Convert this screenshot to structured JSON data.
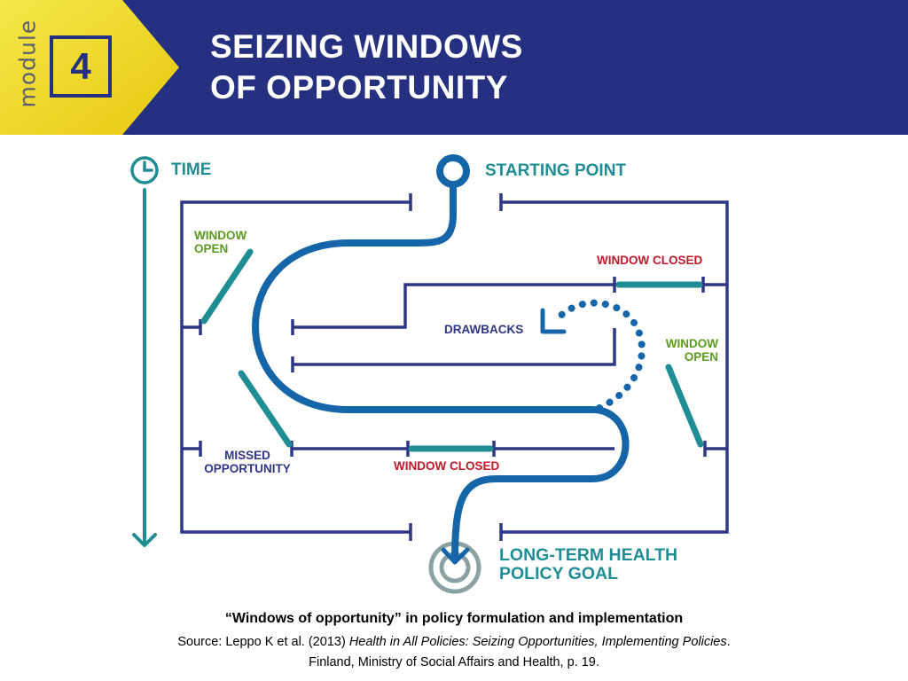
{
  "header": {
    "module_label": "module",
    "module_number": "4",
    "title_line1": "SEIZING WINDOWS",
    "title_line2": "OF OPPORTUNITY"
  },
  "diagram": {
    "time": "TIME",
    "starting_point": "STARTING POINT",
    "window_open_left": [
      "WINDOW",
      "OPEN"
    ],
    "window_closed_top": "WINDOW CLOSED",
    "drawbacks": "DRAWBACKS",
    "window_open_right": [
      "WINDOW",
      "OPEN"
    ],
    "missed_opportunity": [
      "MISSED",
      "OPPORTUNITY"
    ],
    "window_closed_bottom": "WINDOW CLOSED",
    "goal": [
      "LONG-TERM HEALTH",
      "POLICY GOAL"
    ]
  },
  "caption": {
    "title": "“Windows of opportunity” in policy formulation and implementation",
    "source_prefix": "Source: Leppo K et al. (2013) ",
    "source_italic": "Health in All Policies: Seizing Opportunities, Implementing Policies",
    "source_suffix": ".",
    "source_line2": "Finland, Ministry of Social Affairs and Health, p. 19."
  },
  "colors": {
    "header_navy": "#253081",
    "yellow": "#f2dd1f",
    "path_blue": "#1566a8",
    "teal": "#1f8e94",
    "green_text": "#5c9a1f",
    "red_text": "#c0192a",
    "wall_navy": "#2f3687",
    "goal_grey": "#8aa2a1"
  }
}
